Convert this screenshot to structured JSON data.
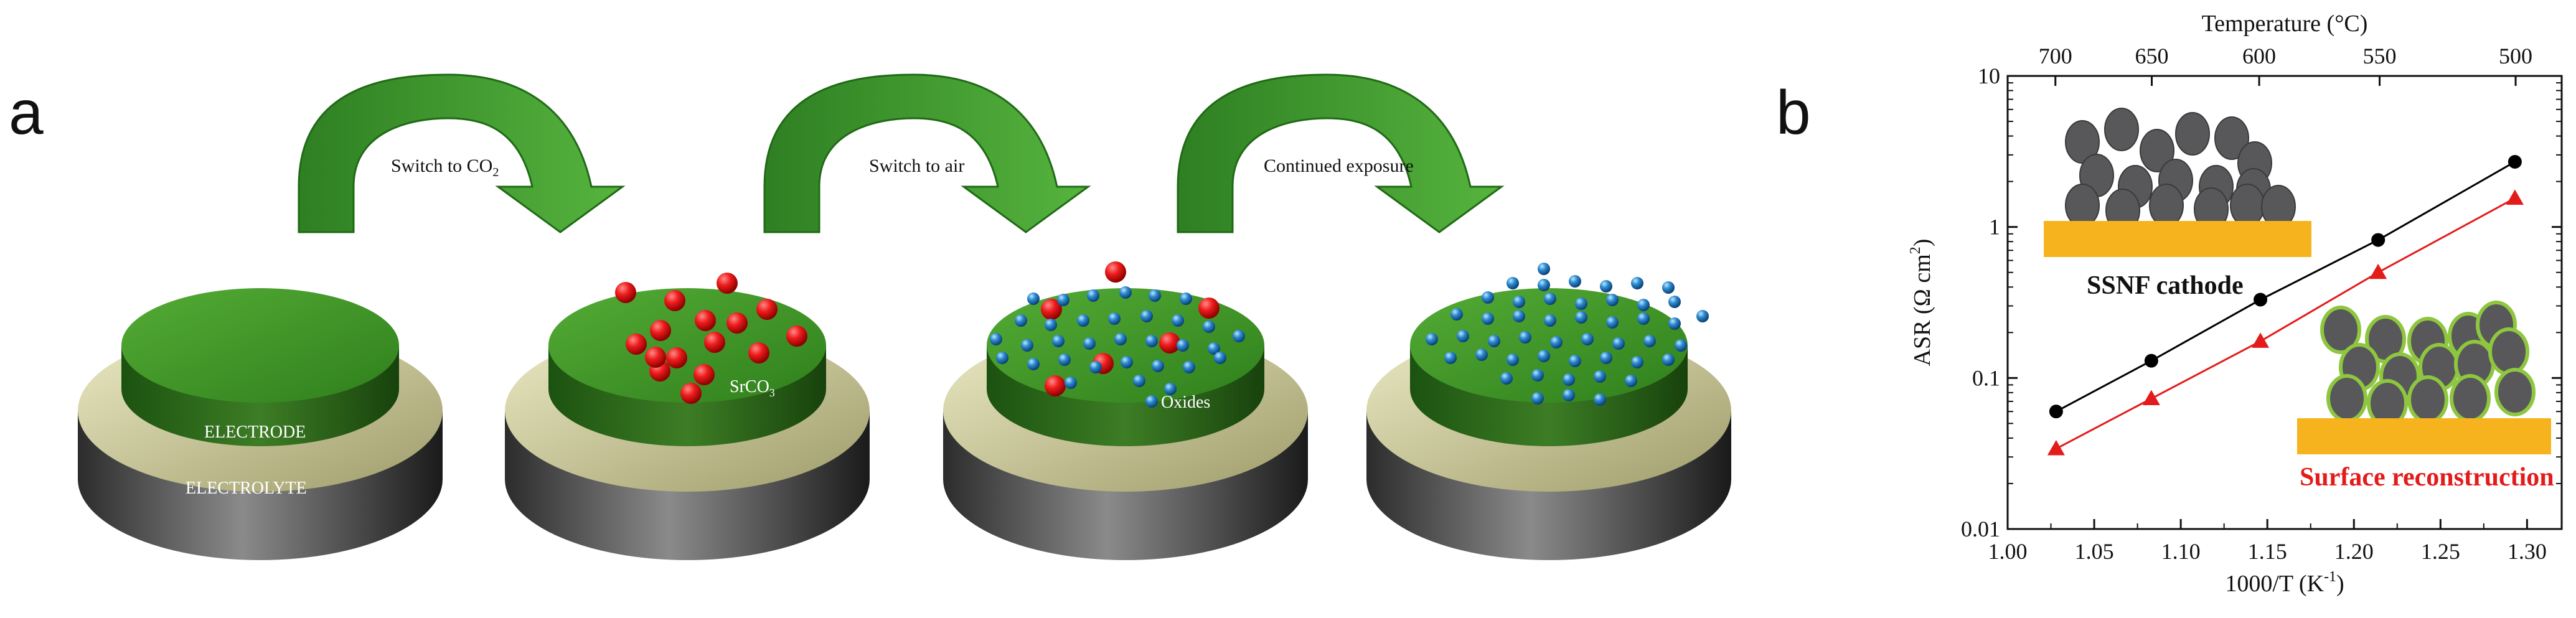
{
  "panel_a": {
    "letter": "a",
    "arrows": [
      {
        "label": "Switch to CO",
        "sub": "2"
      },
      {
        "label": "Switch to air",
        "sub": ""
      },
      {
        "label": "Continued exposure",
        "sub": ""
      }
    ],
    "labels": {
      "electrode": "ELECTRODE",
      "electrolyte": "ELECTROLYTE",
      "srco3": "SrCO",
      "srco3_sub": "3",
      "oxides": "Oxides"
    },
    "colors": {
      "electrode": "#3f9b28",
      "electrolyte": "#c9c796",
      "arrow": "#3c9a2d",
      "srco3_particle": "#e8141a",
      "oxide_particle": "#1e7fc4"
    }
  },
  "panel_b": {
    "letter": "b",
    "inset_top_caption": "SSNF cathode",
    "inset_bottom_caption": "Surface reconstruction",
    "colors": {
      "particle": "#58585a",
      "substrate": "#f7b31d",
      "shell": "#8ec63f",
      "caption_bottom": "#e41b1b"
    }
  },
  "chart_data": {
    "type": "line",
    "xlabel": "1000/T (K",
    "xlabel_sup": "-1",
    "xlabel_close": ")",
    "ylabel": "ASR (Ω cm",
    "ylabel_sup": "2",
    "ylabel_close": ")",
    "top_axis_label": "Temperature (°C)",
    "top_ticks": [
      "700",
      "650",
      "600",
      "550",
      "500"
    ],
    "top_tick_temps": [
      700,
      650,
      600,
      550,
      500
    ],
    "xlim": [
      1.0,
      1.32
    ],
    "ylim": [
      0.01,
      10
    ],
    "y_scale": "log",
    "x_ticks": [
      "1.00",
      "1.05",
      "1.10",
      "1.15",
      "1.20",
      "1.25",
      "1.30"
    ],
    "y_ticks": [
      "0.01",
      "0.1",
      "1",
      "10"
    ],
    "series": [
      {
        "marker": "circle",
        "color": "#000000",
        "x": [
          1.028,
          1.083,
          1.146,
          1.214,
          1.293
        ],
        "y": [
          0.06,
          0.13,
          0.33,
          0.82,
          2.7
        ]
      },
      {
        "marker": "triangle",
        "color": "#e41b1b",
        "x": [
          1.028,
          1.083,
          1.146,
          1.214,
          1.293
        ],
        "y": [
          0.034,
          0.073,
          0.175,
          0.5,
          1.55
        ]
      }
    ]
  }
}
